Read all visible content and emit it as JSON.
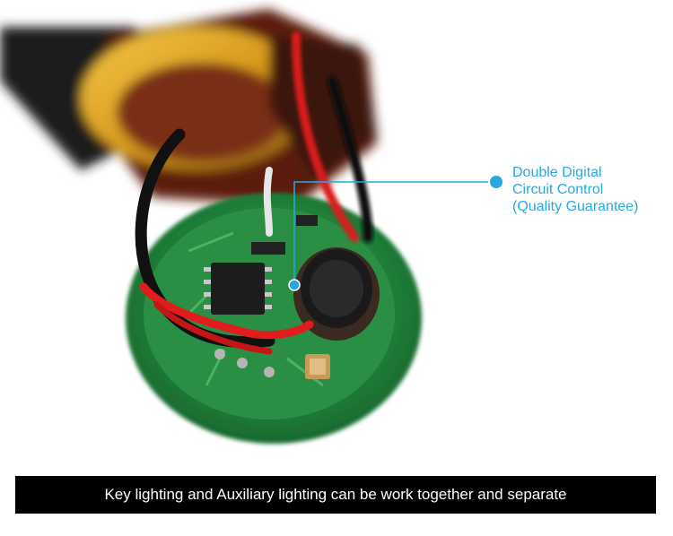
{
  "callout": {
    "line1": "Double Digital",
    "line2": "Circuit Control",
    "line3": "(Quality Guarantee)",
    "color": "#29a8e0"
  },
  "caption": {
    "text": "Key lighting and Auxiliary lighting can be work together and separate",
    "background": "#000000",
    "color": "#ffffff"
  },
  "photo": {
    "subject": "circuit-board-photo"
  }
}
